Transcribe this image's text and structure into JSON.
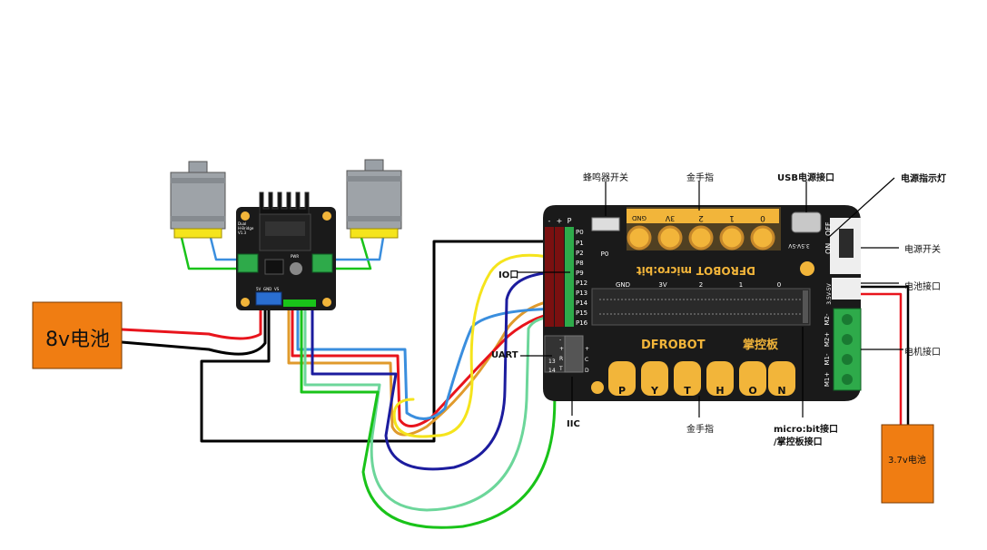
{
  "batteries": {
    "main_label": "8v电池",
    "secondary_label": "3.7v电池"
  },
  "driver_board": {
    "silk_top": "Dual",
    "silk_mid": "H-Bridge",
    "silk_ver": "V1.3",
    "pwr_label": "PWR",
    "terminal_labels": [
      "5V",
      "GND",
      "VS"
    ]
  },
  "controller": {
    "brand": "DFROBOT",
    "brand_cn": "掌控板",
    "microbit": "micro:bit",
    "top_pads": [
      "GND",
      "3V",
      "2",
      "1",
      "0"
    ],
    "mid_pads": [
      "GND",
      "3V",
      "2",
      "1",
      "0"
    ],
    "bottom_pads": [
      "P",
      "Y",
      "T",
      "H",
      "O",
      "N"
    ],
    "pin_header_signs": [
      "-",
      "+",
      "P"
    ],
    "pins": [
      "P0",
      "P1",
      "P2",
      "P8",
      "P9",
      "P12",
      "P13",
      "P14",
      "P15",
      "P16"
    ],
    "uart_pins": [
      "-",
      "+",
      "R",
      "T"
    ],
    "uart_nums": [
      "13",
      "14"
    ],
    "iic_pins": [
      "+",
      "C",
      "D"
    ],
    "buzzer_pin": "P0",
    "voltage_usb": "3.5V-5V",
    "voltage_batt": "3.5V-5V",
    "switch_on": "ON",
    "switch_off": "OFF",
    "motor_terms": [
      "M2-",
      "M2+",
      "M1-",
      "M1+"
    ]
  },
  "callouts": {
    "buzzer_switch": "蜂鸣器开关",
    "gold_finger_top": "金手指",
    "usb_power": "USB电源接口",
    "power_led": "电源指示灯",
    "power_switch": "电源开关",
    "battery_port": "电池接口",
    "motor_port": "电机接口",
    "io": "IO口",
    "uart": "UART",
    "iic": "IIC",
    "gold_finger_bottom": "金手指",
    "microbit_port": "micro:bit接口",
    "board_port": "/掌控板接口"
  },
  "colors": {
    "board": "#1a1a1a",
    "gold": "#f2b53a",
    "battery": "#f07d12",
    "terminal": "#2eaa4a",
    "wire_red": "#e8141c",
    "wire_yellow": "#f5e41c",
    "wire_blue": "#3a8ede",
    "wire_navy": "#1c1c9e",
    "wire_green": "#19c319",
    "wire_mint": "#6cd69a",
    "wire_orange": "#e09a2c",
    "wire_black": "#000000"
  }
}
